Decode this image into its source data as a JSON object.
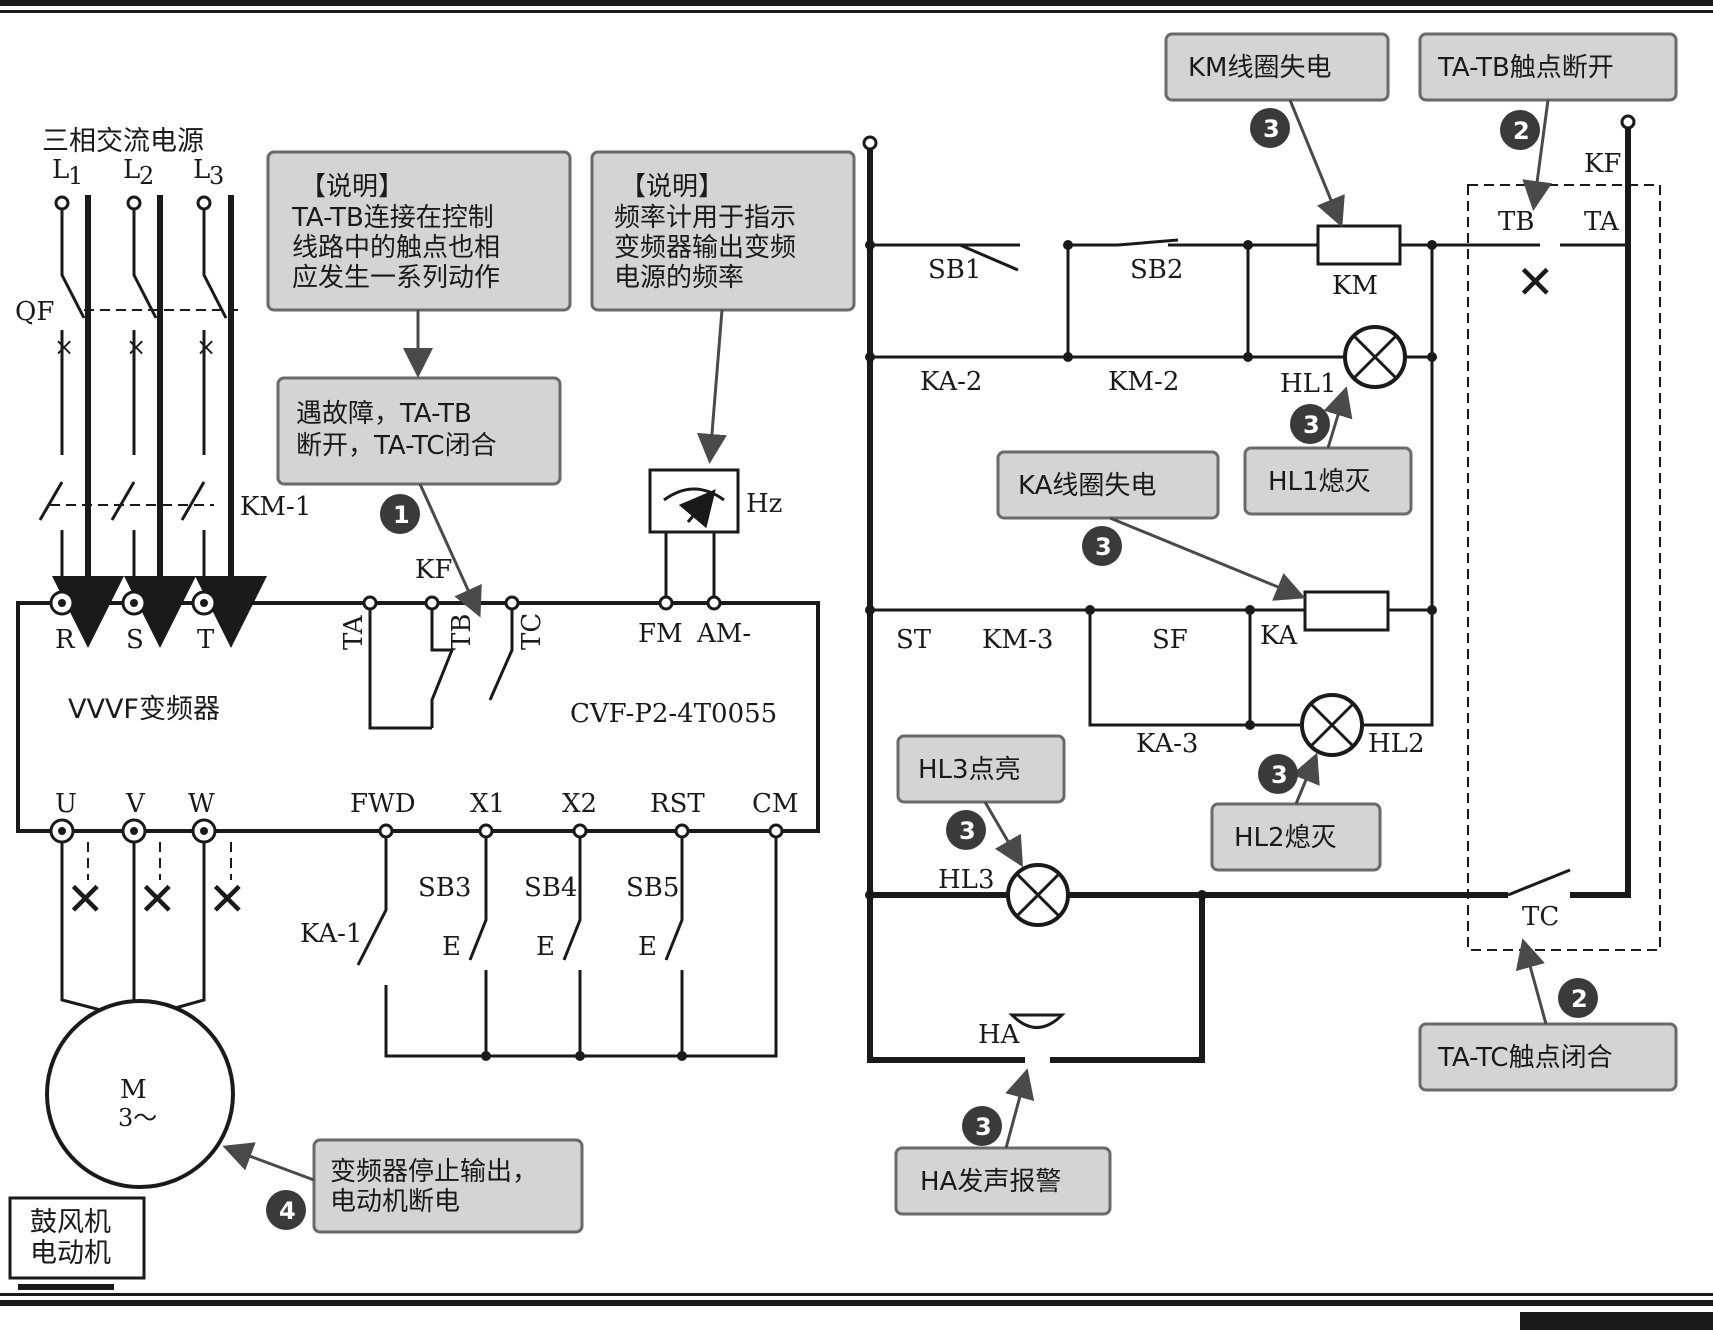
{
  "colors": {
    "ink": "#1a1a1a",
    "callout_fill": "#d4d4d4",
    "callout_border": "#6a6a6a",
    "badge": "#3a3a3a",
    "arrow": "#4a4a4a"
  },
  "power": {
    "title": "三相交流电源",
    "phases": [
      "L",
      "L",
      "L"
    ],
    "phase_subs": [
      "1",
      "2",
      "3"
    ],
    "breaker": "QF",
    "contactor": "KM-1"
  },
  "inverter": {
    "name": "VVVF变频器",
    "model": "CVF-P2-4T0055",
    "inputs": [
      "R",
      "S",
      "T"
    ],
    "relay_label": "KF",
    "relay_terminals": [
      "TA",
      "TB",
      "TC"
    ],
    "meter_terminals": [
      "FM",
      "AM-"
    ],
    "outputs": [
      "U",
      "V",
      "W"
    ],
    "control_terminals": [
      "FWD",
      "X1",
      "X2",
      "RST",
      "CM"
    ]
  },
  "meter": {
    "unit": "Hz"
  },
  "motor": {
    "symbol": "M",
    "phase": "3～",
    "caption": [
      "鼓风机",
      "电动机"
    ]
  },
  "control_inputs": {
    "ka": "KA-1",
    "switches": [
      "SB3",
      "SB4",
      "SB5"
    ]
  },
  "right_circuit": {
    "row1": [
      "SB1",
      "SB2",
      "KM"
    ],
    "row2": [
      "KA-2",
      "KM-2",
      "HL1"
    ],
    "row3": [
      "ST",
      "KM-3",
      "SF",
      "KA"
    ],
    "row4": [
      "KA-3",
      "HL2"
    ],
    "alarm": [
      "HL3",
      "HA"
    ],
    "relay": [
      "KF",
      "TB",
      "TA",
      "TC"
    ]
  },
  "callouts": {
    "note1": [
      "【说明】",
      "TA-TB连接在控制",
      "线路中的触点也相",
      "应发生一系列动作"
    ],
    "note2": [
      "【说明】",
      "频率计用于指示",
      "变频器输出变频",
      "电源的频率"
    ],
    "fault": [
      "遇故障，TA-TB",
      "断开，TA-TC闭合"
    ],
    "km_off": "KM线圈失电",
    "tatb_open": "TA-TB触点断开",
    "hl1_off": "HL1熄灭",
    "ka_off": "KA线圈失电",
    "hl3_on": "HL3点亮",
    "hl2_off": "HL2熄灭",
    "tatc_close": "TA-TC触点闭合",
    "ha_alarm": "HA发声报警",
    "stop_output": [
      "变频器停止输出，",
      "电动机断电"
    ]
  },
  "badges": [
    "1",
    "2",
    "3",
    "4"
  ]
}
